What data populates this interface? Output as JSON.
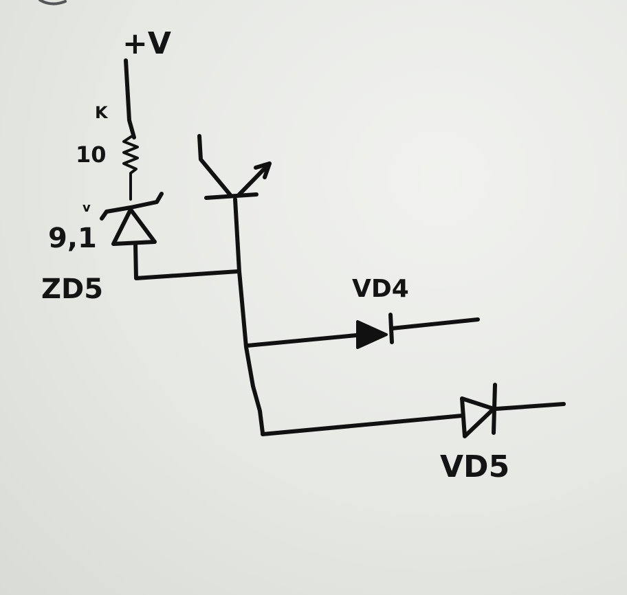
{
  "labels": {
    "supply": "+V",
    "resistor_unit": "K",
    "resistor_value": "10",
    "zener_voltage_unit": "v",
    "zener_voltage": "9,1",
    "zener_name": "ZD5",
    "diode_1": "VD4",
    "diode_2": "VD5"
  }
}
